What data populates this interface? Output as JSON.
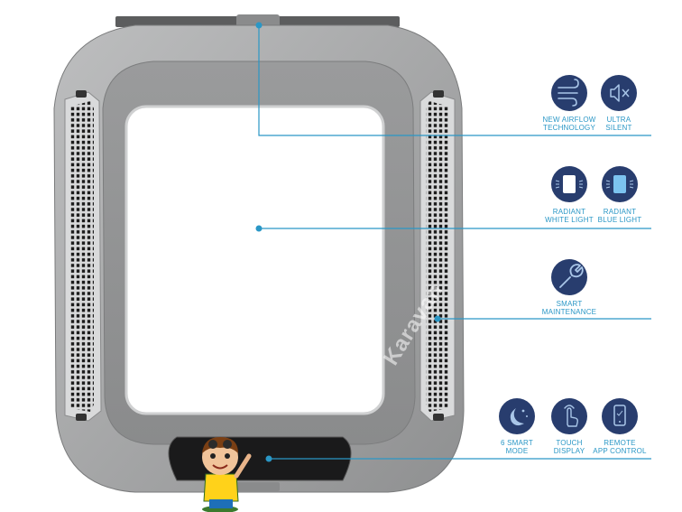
{
  "product": {
    "body_color": "#a9aaab",
    "frame_color": "#929394",
    "panel_color": "#1a1a1b",
    "accent": "#2a97c6"
  },
  "features": [
    {
      "id": "airflow",
      "icon": "wind-icon",
      "line1": "NEW AIRFLOW",
      "line2": "TECHNOLOGY"
    },
    {
      "id": "silent",
      "icon": "mute-speaker-icon",
      "line1": "ULTRA",
      "line2": "SILENT"
    },
    {
      "id": "white-light",
      "icon": "white-light-panel-icon",
      "line1": "RADIANT",
      "line2": "WHITE LIGHT"
    },
    {
      "id": "blue-light",
      "icon": "blue-light-panel-icon",
      "line1": "RADIANT",
      "line2": "BLUE LIGHT"
    },
    {
      "id": "maintenance",
      "icon": "wrench-icon",
      "line1": "SMART",
      "line2": "MAINTENANCE"
    },
    {
      "id": "smart-mode",
      "icon": "moon-stars-icon",
      "line1": "6 SMART",
      "line2": "MODE"
    },
    {
      "id": "touch",
      "icon": "touch-hand-icon",
      "line1": "TOUCH",
      "line2": "DISPLAY"
    },
    {
      "id": "remote",
      "icon": "smartphone-icon",
      "line1": "REMOTE",
      "line2": "APP CONTROL"
    }
  ],
  "watermark": "Karavan"
}
